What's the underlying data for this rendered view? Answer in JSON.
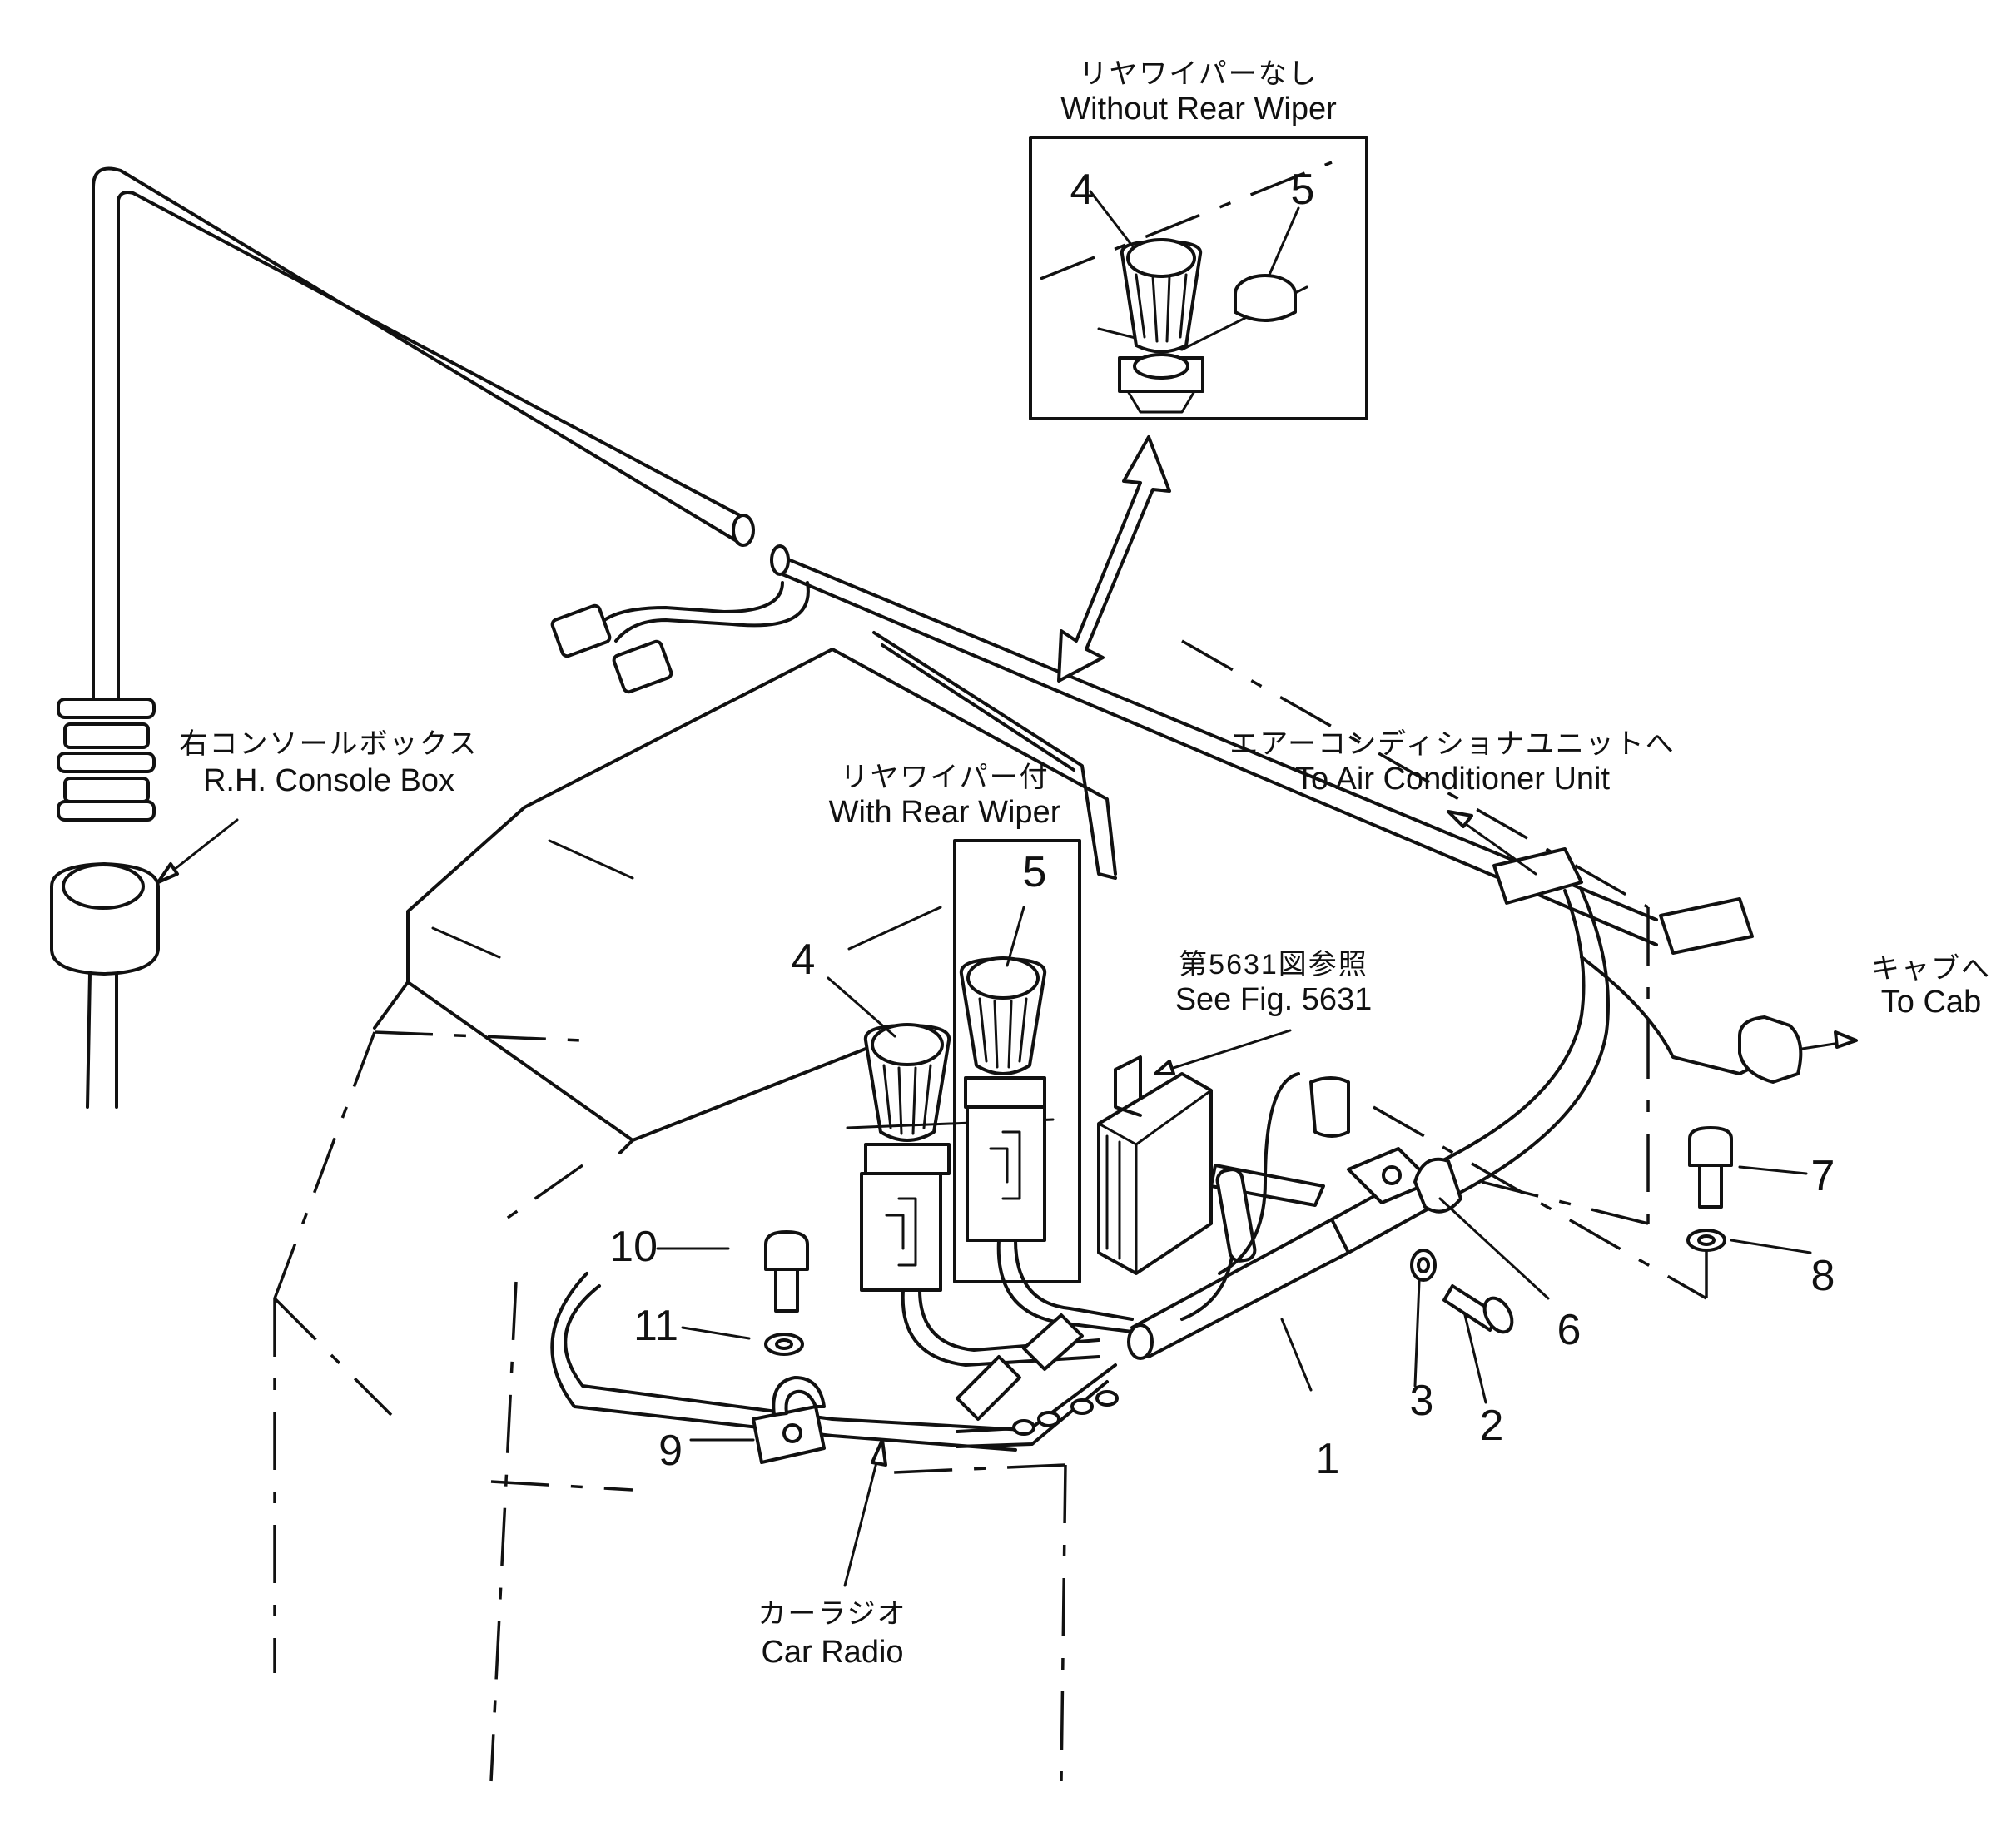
{
  "callouts": {
    "without_rear_wiper": {
      "jp": "リヤワイパーなし",
      "en": "Without Rear Wiper"
    },
    "with_rear_wiper": {
      "jp": "リヤワイパー付",
      "en": "With Rear Wiper"
    },
    "console_box": {
      "jp": "右コンソールボックス",
      "en": "R.H. Console Box"
    },
    "air_conditioner": {
      "jp": "エアーコンディショナユニットへ",
      "en": "To Air Conditioner Unit"
    },
    "to_cab": {
      "jp": "キャブへ",
      "en": "To Cab"
    },
    "see_fig": {
      "jp": "第5631図参照",
      "en": "See Fig. 5631"
    },
    "car_radio": {
      "jp": "カーラジオ",
      "en": "Car Radio"
    }
  },
  "part_numbers": {
    "p1": "1",
    "p2": "2",
    "p3": "3",
    "p4_inset": "4",
    "p5_inset": "5",
    "p4": "4",
    "p5": "5",
    "p6": "6",
    "p7": "7",
    "p8": "8",
    "p9": "9",
    "p10": "10",
    "p11": "11"
  }
}
